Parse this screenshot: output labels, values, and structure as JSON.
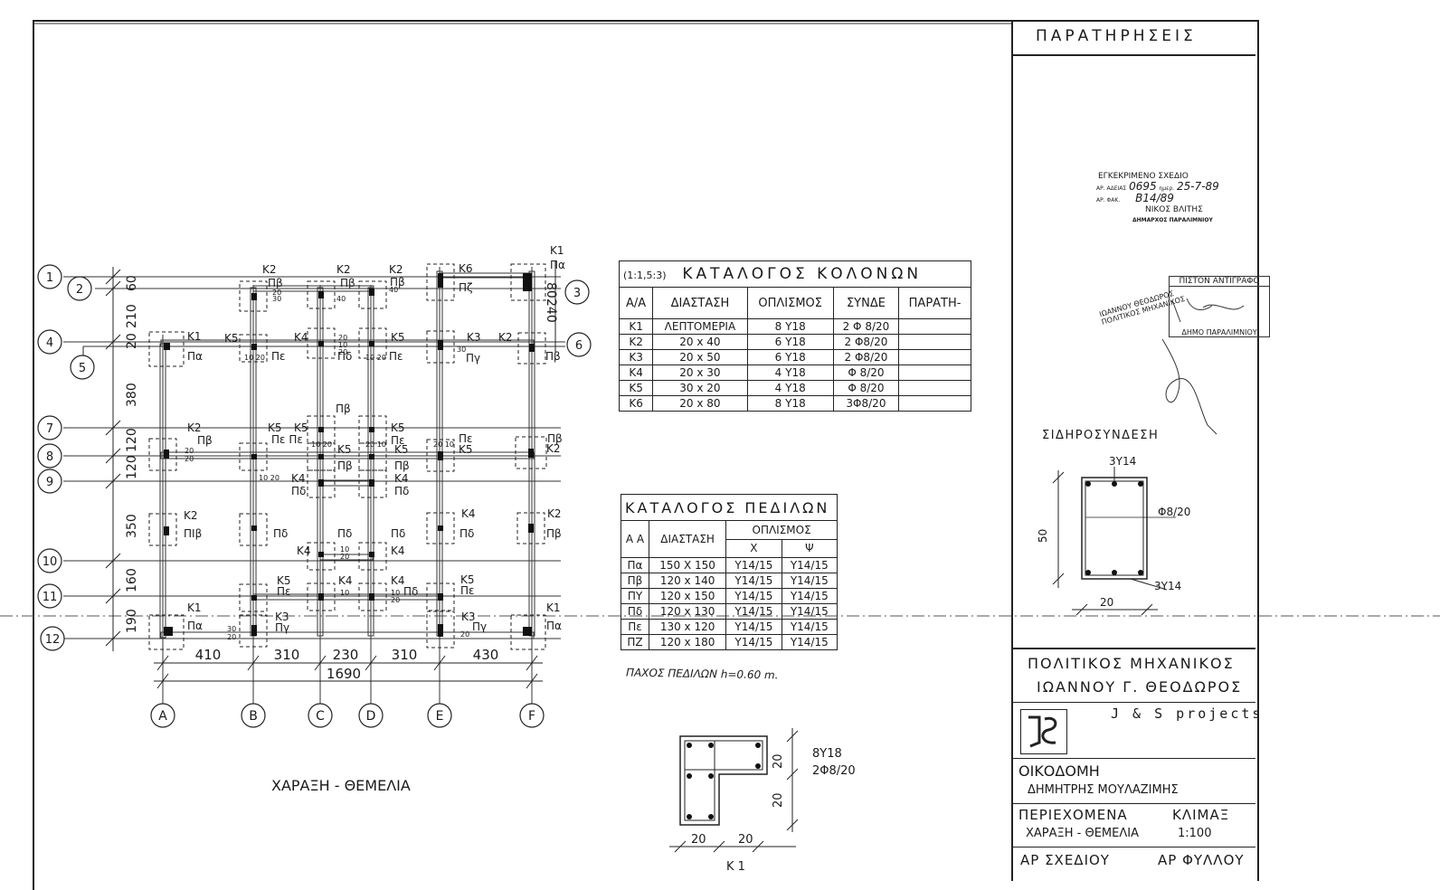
{
  "sheet": {
    "remarks_title": "ΠΑΡΑΤΗΡΗΣΕΙΣ",
    "drawing_title": "ΧΑΡΑΞΗ - ΘΕΜΕΛΙΑ"
  },
  "plan": {
    "row_labels": [
      "1",
      "2",
      "3",
      "4",
      "5",
      "6",
      "7",
      "8",
      "9",
      "10",
      "11",
      "12"
    ],
    "column_labels": [
      "A",
      "B",
      "C",
      "D",
      "E",
      "F"
    ],
    "vertical_dims": [
      "60",
      "210",
      "80",
      "240",
      "20",
      "380",
      "120",
      "120",
      "350",
      "160",
      "190"
    ],
    "horizontal_dims": [
      "410",
      "310",
      "230",
      "310",
      "430"
    ],
    "total_dim": "1690",
    "member_labels": {
      "k1": "K1",
      "k2": "K2",
      "k3": "K3",
      "k4": "K4",
      "k5": "K5",
      "k6": "K6",
      "pa": "Πα",
      "pb": "Πβ",
      "pg": "Πγ",
      "pd": "Πδ",
      "pe": "Πε",
      "pz": "Πζ",
      "pib": "ΠΙβ",
      "pepe": "Πε Πε",
      "d20": "20",
      "d30": "30",
      "d10": "10",
      "d40": "40",
      "d1020": "10 20",
      "d2010": "20 10"
    }
  },
  "columns_table": {
    "scale_note": "(1:1,5:3)",
    "title": "ΚΑΤΑΛΟΓΟΣ ΚΟΛΟΝΩΝ",
    "headers": [
      "Α/Α",
      "ΔΙΑΣΤΑΣΗ",
      "ΟΠΛΙΣΜΟΣ",
      "ΣΥΝΔΕ",
      "ΠΑΡΑΤΗ-"
    ],
    "rows": [
      [
        "K1",
        "ΛΕΠΤΟΜΕΡΙΑ",
        "8 Y18",
        "2 Φ 8/20",
        ""
      ],
      [
        "K2",
        "20 x 40",
        "6 Y18",
        "2 Φ8/20",
        ""
      ],
      [
        "K3",
        "20 x 50",
        "6 Y18",
        "2 Φ8/20",
        ""
      ],
      [
        "K4",
        "20 x 30",
        "4 Y18",
        "Φ 8/20",
        ""
      ],
      [
        "K5",
        "30 x 20",
        "4 Y18",
        "Φ 8/20",
        ""
      ],
      [
        "K6",
        "20 x 80",
        "8 Y18",
        "3Φ8/20",
        ""
      ]
    ]
  },
  "footings_table": {
    "title": "ΚΑΤΑΛΟΓΟΣ ΠΕΔΙΛΩΝ",
    "header_aa": "Α Α",
    "header_dim": "ΔΙΑΣΤΑΣΗ",
    "header_reinf": "ΟΠΛΙΣΜΟΣ",
    "header_x": "Χ",
    "header_y": "Ψ",
    "rows": [
      [
        "Πα",
        "150 X 150",
        "Y14/15",
        "Y14/15"
      ],
      [
        "Πβ",
        "120 x 140",
        "Y14/15",
        "Y14/15"
      ],
      [
        "ΠΥ",
        "120 x 150",
        "Y14/15",
        "Y14/15"
      ],
      [
        "Πδ",
        "120 x 130",
        "Y14/15",
        "Y14/15"
      ],
      [
        "Πε",
        "130 x 120",
        "Y14/15",
        "Y14/15"
      ],
      [
        "ΠΖ",
        "120 x 180",
        "Y14/15",
        "Y14/15"
      ]
    ],
    "thickness_note": "ΠΑΧΟΣ ΠΕΔΙΛΩΝ h=0.60 m."
  },
  "approval_stamp": {
    "line1": "ΕΓΚΕΚΡΙΜΕΝΟ ΣΧΕΔΙΟ",
    "permit_label": "ΑΡ. ΑΔΕΙΑΣ",
    "permit_no": "0695",
    "date_label": "ημερ.",
    "date": "25-7-89",
    "file_label": "ΑΡ. ΦΑΚ.",
    "file_no": "B14/89",
    "name": "ΝΙΚΟΣ ΒΛΙΤΗΣ",
    "role": "ΔΗΜΑΡΧΟΣ ΠΑΡΑΛΙΜΝΙΟΥ"
  },
  "copy_stamp": {
    "title": "ΠΙΣΤΟΝ ΑΝΤΙΓΡΑΦΟ",
    "footer": "ΔΗΜΟ ΠΑΡΑΛΙΜΝΙΟΥ",
    "side_line1": "ΙΩΑΝΝΟΥ ΘΕΟΔΩΡΟΣ",
    "side_line2": "ΠΟΛΙΤΙΚΟΣ ΜΗΧΑΝΙΚΟΣ"
  },
  "tie_detail": {
    "title": "ΣΙΔΗΡΟΣΥΝΔΕΣΗ",
    "top_bars": "3Y14",
    "stirrups": "Φ8/20",
    "bottom_bars": "3Y14",
    "height": "50",
    "width": "20"
  },
  "k1_detail": {
    "bars": "8Y18",
    "stirrups": "2Φ8/20",
    "dim_a": "20",
    "dim_b": "20",
    "dim_c": "20",
    "dim_d": "20",
    "label": "K 1"
  },
  "title_block": {
    "role": "ΠΟΛΙΤΙΚΟΣ ΜΗΧΑΝΙΚΟΣ",
    "engineer": "ΙΩΑΝΝΟΥ Γ. ΘΕΟΔΩΡΟΣ",
    "firm": "J & S projects",
    "building_label": "ΟΙΚΟΔΟΜΗ",
    "owner": "ΔΗΜΗΤΡΗΣ ΜΟΥΛΑΖΙΜΗΣ",
    "contents_label": "ΠΕΡΙΕΧΟΜΕΝΑ",
    "scale_label": "ΚΛΙΜΑΞ",
    "contents": "ΧΑΡΑΞΗ - ΘΕΜΕΛΙΑ",
    "scale": "1:100",
    "drawing_no_label": "ΑΡ ΣΧΕΔΙΟΥ",
    "sheet_no_label": "ΑΡ ΦΥΛΛΟΥ"
  }
}
